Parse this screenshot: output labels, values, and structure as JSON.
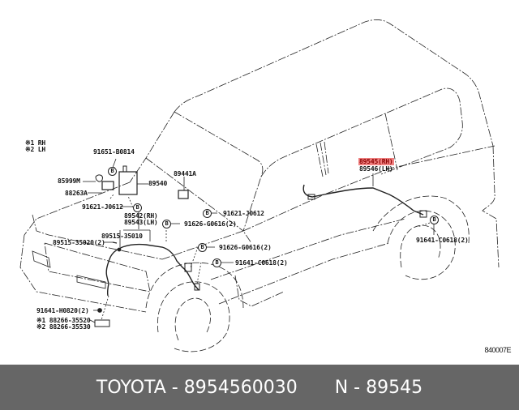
{
  "legend": {
    "items": [
      {
        "mark": "※1",
        "label": "RH"
      },
      {
        "mark": "※2",
        "label": "LH"
      }
    ]
  },
  "parts": {
    "p91651": "91651-B0814",
    "p85999M": "85999M",
    "p88263A": "88263A",
    "p89540": "89540",
    "p89441A": "89441A",
    "p91621_left": "91621-J0612",
    "p91621_right": "91621-J0612",
    "p89542": "89542(RH)",
    "p89543": "89543(LH)",
    "p91626_a": "91626-G0616(2)",
    "p89515_35010": "89515-35010",
    "p89515_35020": "89515-35020(2)",
    "p91626_b": "91626-G0616(2)",
    "p91641_c_front": "91641-C0618(2)",
    "p91641_h": "91641-H0820(2)",
    "p88266_1": "※1 88266-35520",
    "p88266_2": "※2 88266-35530",
    "p89545": "89545(RH)",
    "p89546": "89546(LH)",
    "p91641_c_rear": "91641-C0618(2)"
  },
  "bolt_marker": "B",
  "highlight_color": "#f08080",
  "diagram_code": "840007E",
  "footer": {
    "brand_part": "TOYOTA - 8954560030",
    "oem_part": "N - 89545"
  }
}
